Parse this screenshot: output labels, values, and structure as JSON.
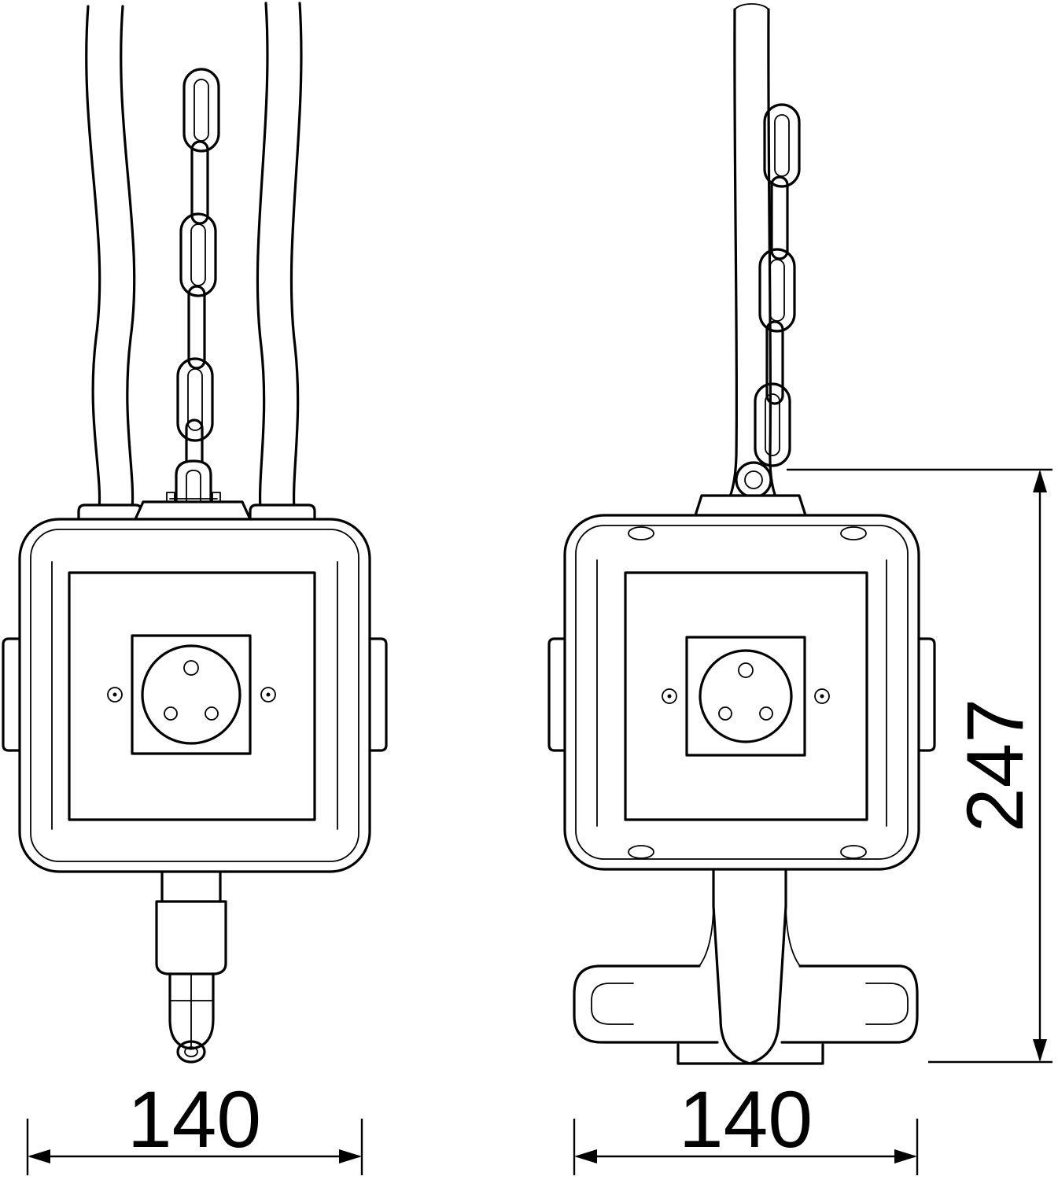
{
  "drawing": {
    "views": {
      "front": "front-view",
      "side": "side-view"
    },
    "dimensions": {
      "front_width": "140",
      "side_width": "140",
      "overall_height": "247"
    }
  }
}
